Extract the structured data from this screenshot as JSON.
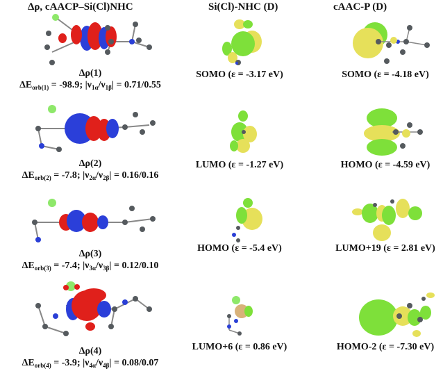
{
  "headers": {
    "col1": "Δρ, cAACP–Si(Cl)NHC",
    "col2": "Si(Cl)-NHC (D)",
    "col3": "cAAC-P (D)"
  },
  "deformation_densities": [
    {
      "rho_label": "Δρ(1)",
      "index": "1",
      "dE_orb": "-98.9",
      "nu_ratio": "0.71/0.55",
      "colors": {
        "alpha": "#e0201b",
        "beta": "#2b3fd9"
      }
    },
    {
      "rho_label": "Δρ(2)",
      "index": "2",
      "dE_orb": "-7.8",
      "nu_ratio": "0.16/0.16",
      "colors": {
        "alpha": "#e0201b",
        "beta": "#2b3fd9"
      }
    },
    {
      "rho_label": "Δρ(3)",
      "index": "3",
      "dE_orb": "-7.4",
      "nu_ratio": "0.12/0.10",
      "colors": {
        "alpha": "#e0201b",
        "beta": "#2b3fd9"
      }
    },
    {
      "rho_label": "Δρ(4)",
      "index": "4",
      "dE_orb": "-3.9",
      "nu_ratio": "0.08/0.07",
      "colors": {
        "alpha": "#e0201b",
        "beta": "#2b3fd9"
      }
    }
  ],
  "sinhc_orbitals": [
    {
      "label": "SOMO (ε = -3.17 eV)"
    },
    {
      "label": "LUMO (ε = -1.27 eV)"
    },
    {
      "label": "HOMO (ε = -5.4 eV)"
    },
    {
      "label": "LUMO+6 (ε = 0.86 eV)"
    }
  ],
  "caacp_orbitals": [
    {
      "label": "SOMO (ε = -4.18 eV)"
    },
    {
      "label": "HOMO (ε = -4.59 eV)"
    },
    {
      "label": "LUMO+19 (ε = 2.81 eV)"
    },
    {
      "label": "HOMO-2 (ε = -7.30 eV)"
    }
  ],
  "orbital_colors": {
    "positive": "#7ee03a",
    "negative": "#e6e05a"
  },
  "atom_colors": {
    "carbon": "#555a5e",
    "hydrogen": "#f2f2f2",
    "nitrogen": "#2a3fd6",
    "chlorine": "#8ee86a",
    "silicon": "#d8b27a"
  }
}
